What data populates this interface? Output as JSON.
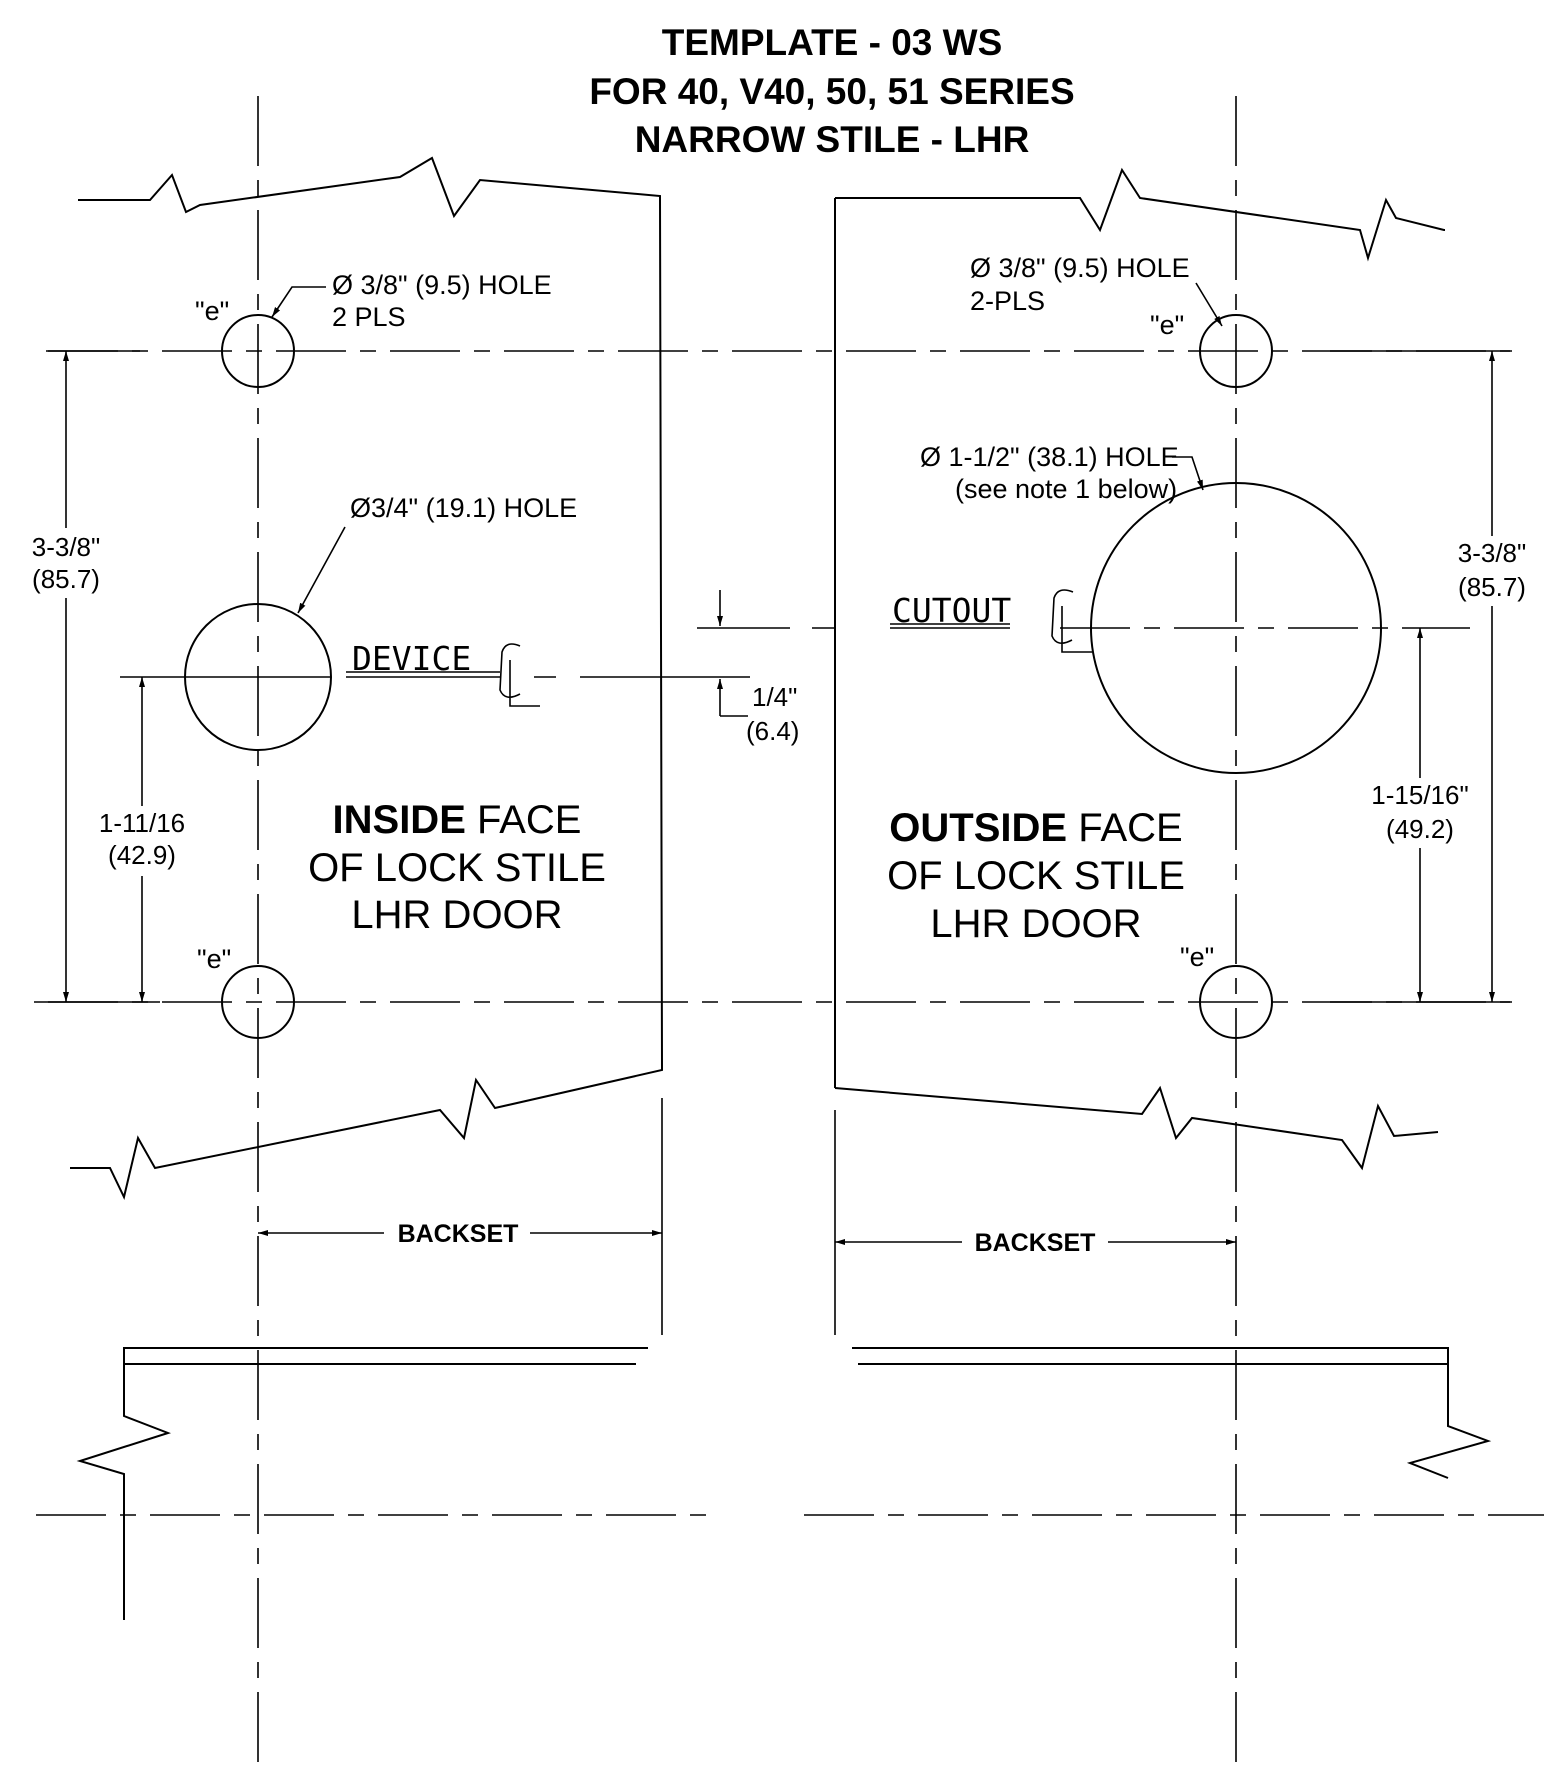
{
  "title": {
    "line1": "TEMPLATE - 03 WS",
    "line2": "FOR 40, V40, 50, 51 SERIES",
    "line3": "NARROW STILE - LHR"
  },
  "left_panel": {
    "hole_small_label": "Ø 3/8\" (9.5) HOLE",
    "hole_small_qty": "2 PLS",
    "e_top": "\"e\"",
    "e_bottom": "\"e\"",
    "hole_device_label": "Ø3/4\" (19.1) HOLE",
    "device_cl": "DEVICE",
    "dim_outer_in": "3-3/8\"",
    "dim_outer_mm": "(85.7)",
    "dim_inner_in": "1-11/16",
    "dim_inner_mm": "(42.9)",
    "face_bold": "INSIDE",
    "face_rest": "FACE",
    "face_line2": "OF LOCK STILE",
    "face_line3": "LHR DOOR",
    "backset": "BACKSET"
  },
  "offset_dim": {
    "in": "1/4\"",
    "mm": "(6.4)"
  },
  "right_panel": {
    "hole_small_label": "Ø 3/8\" (9.5) HOLE",
    "hole_small_qty": "2-PLS",
    "e_top": "\"e\"",
    "e_bottom": "\"e\"",
    "hole_large_label": "Ø 1-1/2\" (38.1) HOLE",
    "hole_large_note": "(see note 1 below)",
    "cutout_cl": "CUTOUT",
    "dim_outer_in": "3-3/8\"",
    "dim_outer_mm": "(85.7)",
    "dim_inner_in": "1-15/16\"",
    "dim_inner_mm": "(49.2)",
    "face_bold": "OUTSIDE",
    "face_rest": "FACE",
    "face_line2": "OF LOCK STILE",
    "face_line3": "LHR DOOR",
    "backset": "BACKSET"
  }
}
